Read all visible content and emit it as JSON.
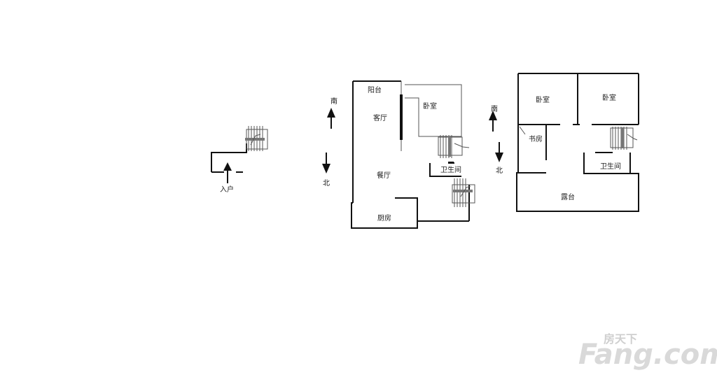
{
  "entrance": {
    "label": "入户"
  },
  "floor1": {
    "rooms": {
      "balcony": "阳台",
      "living": "客厅",
      "bedroom": "卧室",
      "dining": "餐厅",
      "bathroom": "卫生间",
      "kitchen": "厨房"
    }
  },
  "floor2": {
    "rooms": {
      "bedroom_left": "卧室",
      "bedroom_right": "卧室",
      "study": "书房",
      "bathroom": "卫生间",
      "terrace": "露台"
    }
  },
  "compass": {
    "south": "南",
    "north": "北"
  },
  "watermark": {
    "brand": "Fang.com",
    "chinese": "房天下"
  },
  "colors": {
    "wall": "#111111",
    "watermark": "#d9d9d9"
  }
}
